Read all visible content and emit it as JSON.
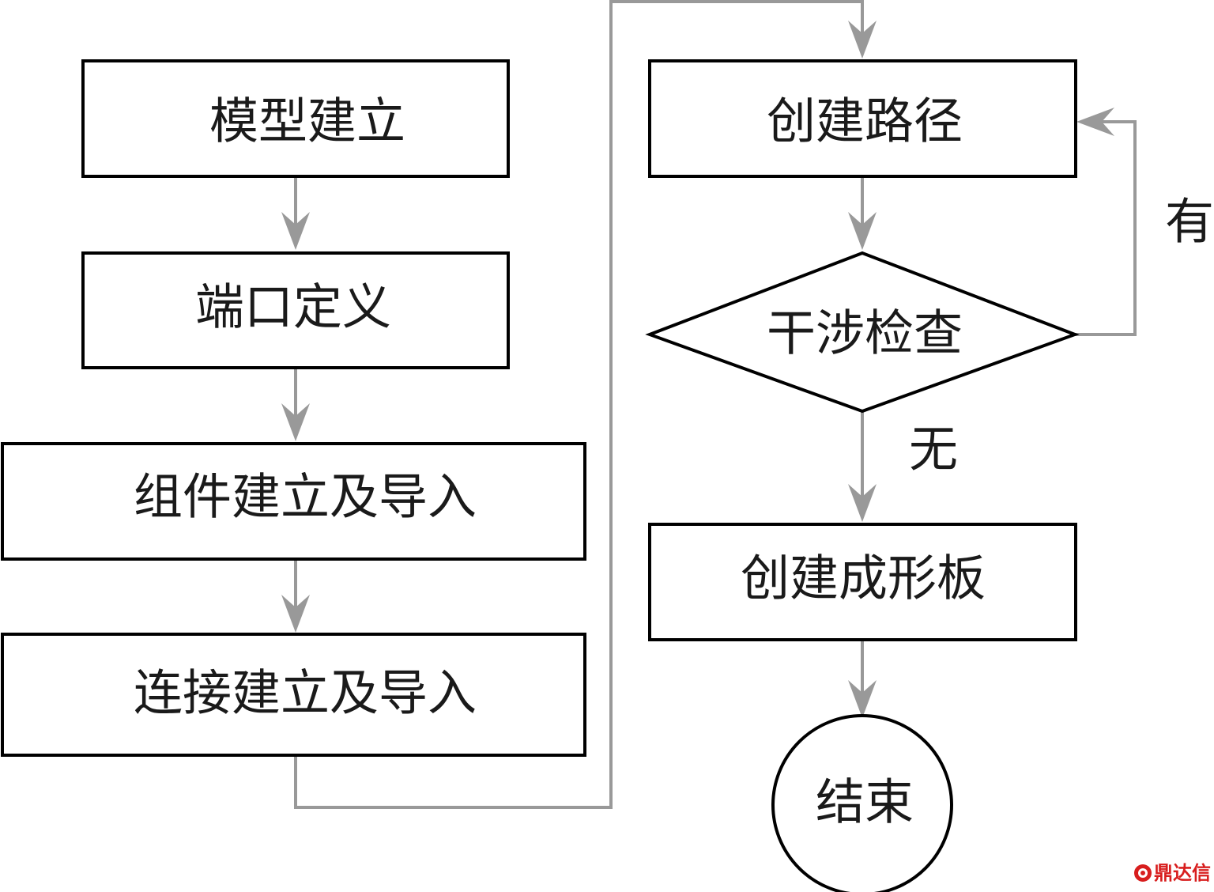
{
  "nodes": {
    "model_build": "模型建立",
    "port_define": "端口定义",
    "component_import": "组件建立及导入",
    "connection_import": "连接建立及导入",
    "create_path": "创建路径",
    "interference_check": "干涉检查",
    "create_forming_board": "创建成形板",
    "end": "结束"
  },
  "edge_labels": {
    "yes": "有",
    "no": "无"
  },
  "watermark": {
    "text": "鼎达信",
    "color": "#d81e1e"
  },
  "colors": {
    "connector": "#999999",
    "box_stroke": "#000000"
  }
}
